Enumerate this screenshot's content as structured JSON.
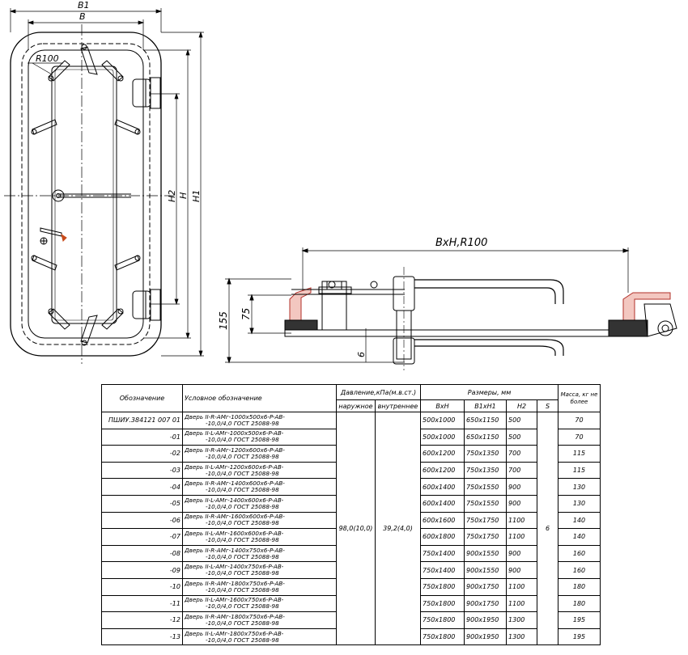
{
  "door_view": {
    "dim_b1": "B1",
    "dim_b": "B",
    "dim_r100": "R100",
    "dim_h2": "H2",
    "dim_h": "H",
    "dim_h1": "H1"
  },
  "section_view": {
    "dim_bxh_r100": "BxH,R100",
    "dim_155": "155",
    "dim_75": "75",
    "dim_6": "6"
  },
  "table": {
    "headers": {
      "designation": "Обозначение",
      "conditional": "Условное обозначение",
      "pressure": "Давление,кПа(м.в.ст.)",
      "outer": "наружное",
      "inner": "внутреннее",
      "sizes": "Размеры, мм",
      "bxh": "BxH",
      "b1xh1": "B1xH1",
      "h2": "H2",
      "s": "S",
      "mass": "Масса, кг не более"
    },
    "merged": {
      "outer_pressure": "98,0(10,0)",
      "inner_pressure": "39,2(4,0)",
      "s_value": "6"
    },
    "rows": [
      {
        "designation": "ПШИУ.384121 007 01",
        "line1": "Дверь II-R-АМг-1000x500x6-P-AB-",
        "line2": "-10,0/4,0  ГОСТ 25088-98",
        "bxh": "500x1000",
        "b1xh1": "650x1150",
        "h2": "500",
        "mass": "70"
      },
      {
        "designation": "-01",
        "line1": "Дверь II-L-АМг-1000x500x6-P-AB-",
        "line2": "-10,0/4,0  ГОСТ 25088-98",
        "bxh": "500x1000",
        "b1xh1": "650x1150",
        "h2": "500",
        "mass": "70"
      },
      {
        "designation": "-02",
        "line1": "Дверь II-R-АМг-1200x600x6-P-AB-",
        "line2": "-10,0/4,0  ГОСТ 25088-98",
        "bxh": "600x1200",
        "b1xh1": "750x1350",
        "h2": "700",
        "mass": "115"
      },
      {
        "designation": "-03",
        "line1": "Дверь II-L-АМг-1200x600x6-P-AB-",
        "line2": "-10,0/4,0  ГОСТ 25088-98",
        "bxh": "600x1200",
        "b1xh1": "750x1350",
        "h2": "700",
        "mass": "115"
      },
      {
        "designation": "-04",
        "line1": "Дверь II-R-АМг-1400x600x6-P-AB-",
        "line2": "-10,0/4,0  ГОСТ 25088-98",
        "bxh": "600x1400",
        "b1xh1": "750x1550",
        "h2": "900",
        "mass": "130"
      },
      {
        "designation": "-05",
        "line1": "Дверь II-L-АМг-1400x600x6-P-AB-",
        "line2": "-10,0/4,0  ГОСТ 25088-98",
        "bxh": "600x1400",
        "b1xh1": "750x1550",
        "h2": "900",
        "mass": "130"
      },
      {
        "designation": "-06",
        "line1": "Дверь II-R-АМг-1600x600x6-P-AB-",
        "line2": "-10,0/4,0  ГОСТ 25088-98",
        "bxh": "600x1600",
        "b1xh1": "750x1750",
        "h2": "1100",
        "mass": "140"
      },
      {
        "designation": "-07",
        "line1": "Дверь II-L-АМг-1600x600x6-P-AB-",
        "line2": "-10,0/4,0  ГОСТ 25088-98",
        "bxh": "600x1800",
        "b1xh1": "750x1750",
        "h2": "1100",
        "mass": "140"
      },
      {
        "designation": "-08",
        "line1": "Дверь II-R-АМг-1400x750x6-P-AB-",
        "line2": "-10,0/4,0  ГОСТ 25088-98",
        "bxh": "750x1400",
        "b1xh1": "900x1550",
        "h2": "900",
        "mass": "160"
      },
      {
        "designation": "-09",
        "line1": "Дверь II-L-АМг-1400x750x6-P-AB-",
        "line2": "-10,0/4,0  ГОСТ 25088-98",
        "bxh": "750x1400",
        "b1xh1": "900x1550",
        "h2": "900",
        "mass": "160"
      },
      {
        "designation": "-10",
        "line1": "Дверь II-R-АМг-1800x750x6-P-AB-",
        "line2": "-10,0/4,0  ГОСТ 25088-98",
        "bxh": "750x1800",
        "b1xh1": "900x1750",
        "h2": "1100",
        "mass": "180"
      },
      {
        "designation": "-11",
        "line1": "Дверь II-L-АМг-1600x750x6-P-AB-",
        "line2": "-10,0/4,0  ГОСТ 25088-98",
        "bxh": "750x1800",
        "b1xh1": "900x1750",
        "h2": "1100",
        "mass": "180"
      },
      {
        "designation": "-12",
        "line1": "Дверь II-R-АМг-1800x750x6-P-AB-",
        "line2": "-10,0/4,0  ГОСТ 25088-98",
        "bxh": "750x1800",
        "b1xh1": "900x1950",
        "h2": "1300",
        "mass": "195"
      },
      {
        "designation": "-13",
        "line1": "Дверь II-L-АМг-1800x750x6-P-AB-",
        "line2": "-10,0/4,0  ГОСТ 25088-98",
        "bxh": "750x1800",
        "b1xh1": "900x1950",
        "h2": "1300",
        "mass": "195"
      }
    ]
  }
}
